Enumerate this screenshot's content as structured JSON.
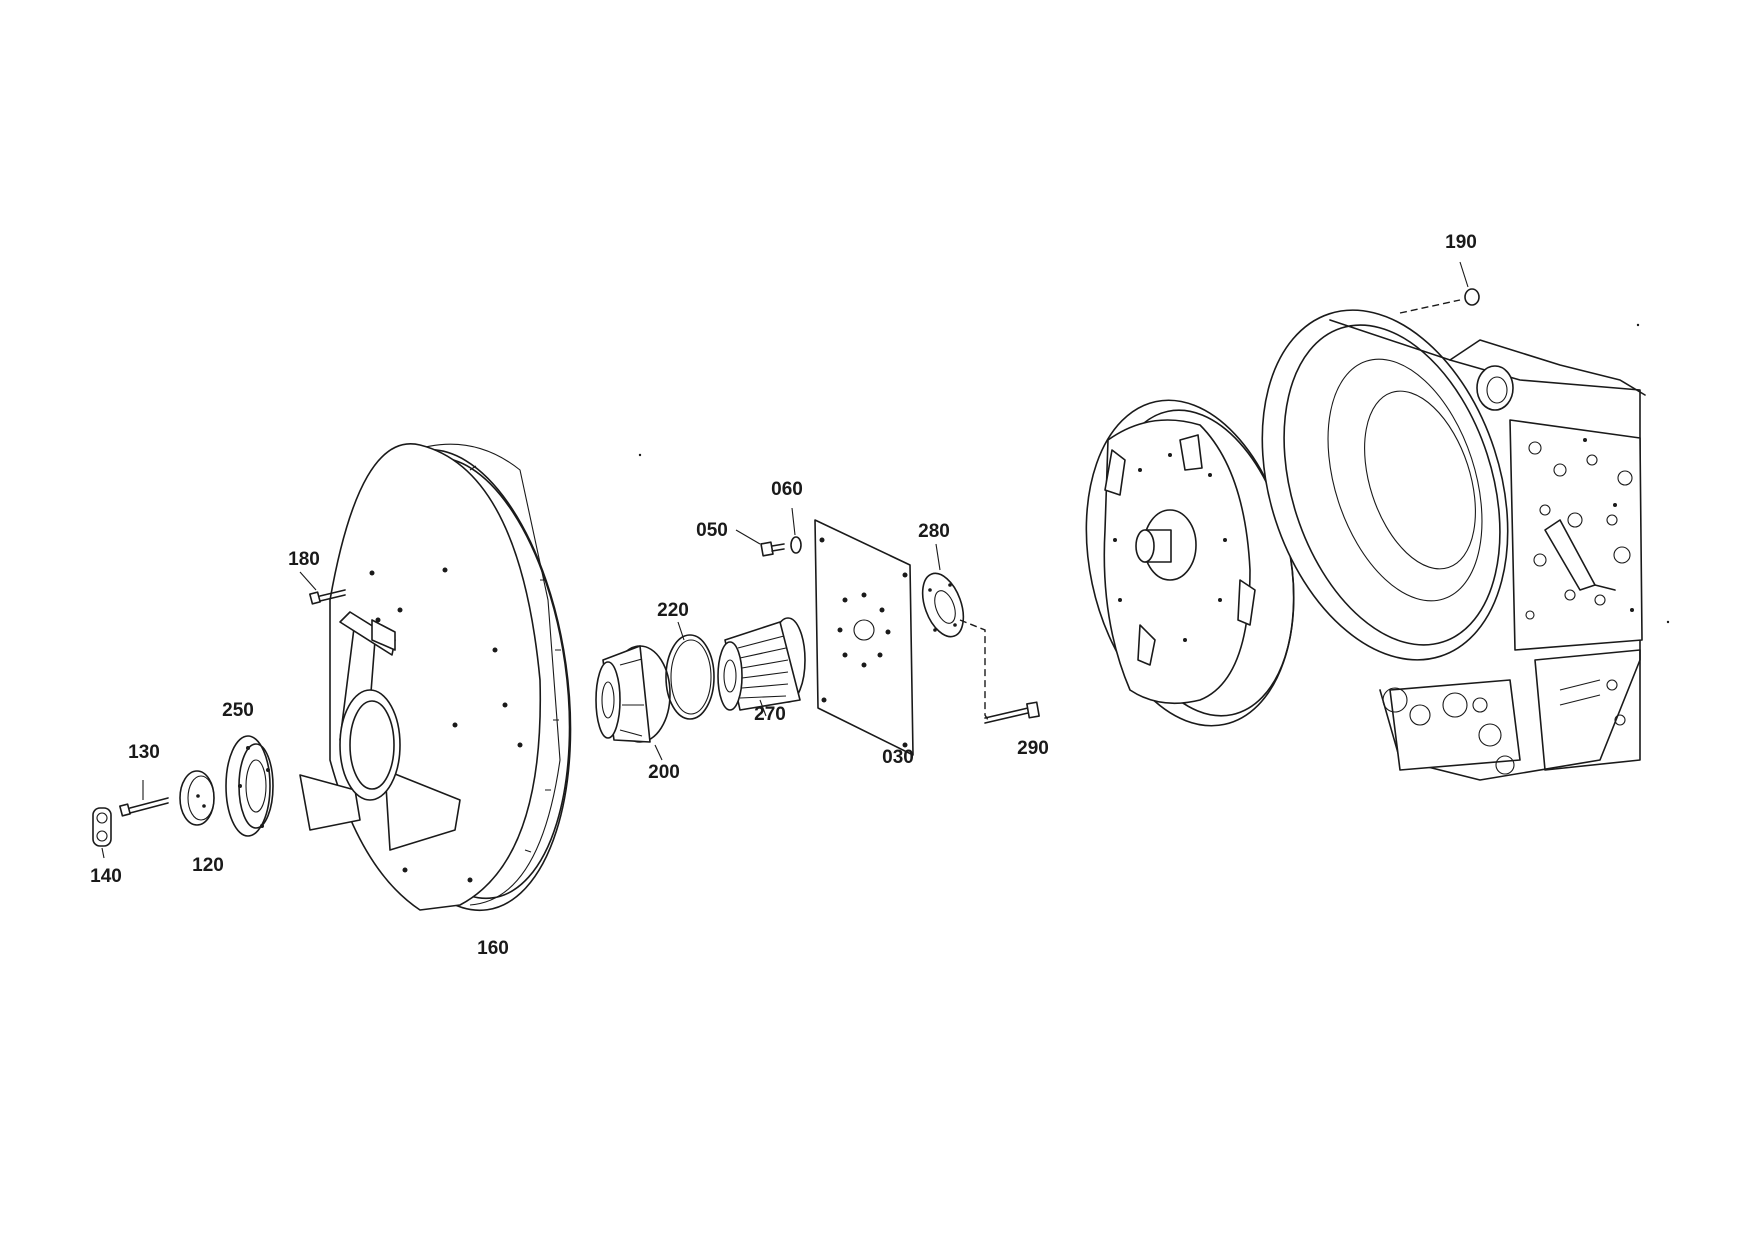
{
  "diagram": {
    "type": "exploded-parts-drawing",
    "callouts": [
      {
        "id": "p190",
        "label": "190"
      },
      {
        "id": "p060",
        "label": "060"
      },
      {
        "id": "p050",
        "label": "050"
      },
      {
        "id": "p280",
        "label": "280"
      },
      {
        "id": "p180",
        "label": "180"
      },
      {
        "id": "p220",
        "label": "220"
      },
      {
        "id": "p250",
        "label": "250"
      },
      {
        "id": "p270",
        "label": "270"
      },
      {
        "id": "p130",
        "label": "130"
      },
      {
        "id": "p290",
        "label": "290"
      },
      {
        "id": "p200",
        "label": "200"
      },
      {
        "id": "p030",
        "label": "030"
      },
      {
        "id": "p120",
        "label": "120"
      },
      {
        "id": "p140",
        "label": "140"
      },
      {
        "id": "p160",
        "label": "160"
      }
    ]
  }
}
